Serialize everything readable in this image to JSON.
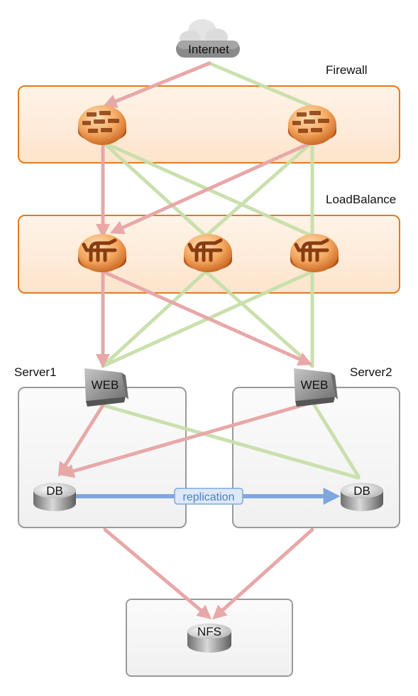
{
  "zones": {
    "firewall": {
      "label": "Firewall"
    },
    "loadbalance": {
      "label": "LoadBalance"
    },
    "server1": {
      "label": "Server1"
    },
    "server2": {
      "label": "Server2"
    }
  },
  "nodes": {
    "internet": {
      "label": "Internet",
      "icon": "cloud-icon"
    },
    "web1": {
      "label": "WEB",
      "icon": "web-server-icon"
    },
    "web2": {
      "label": "WEB",
      "icon": "web-server-icon"
    },
    "db1": {
      "label": "DB",
      "icon": "database-icon"
    },
    "db2": {
      "label": "DB",
      "icon": "database-icon"
    },
    "nfs": {
      "label": "NFS",
      "icon": "database-icon"
    },
    "fw1": {
      "icon": "firewall-icon"
    },
    "fw2": {
      "icon": "firewall-icon"
    },
    "lb1": {
      "icon": "load-balancer-icon"
    },
    "lb2": {
      "icon": "load-balancer-icon"
    },
    "lb3": {
      "icon": "load-balancer-icon"
    }
  },
  "replication": {
    "label": "replication"
  },
  "colors": {
    "red_path": "#e8a8a8",
    "green_path": "#c8dfaa",
    "replication": "#7fa7dd",
    "zone_orange_fill": "#fde9d4",
    "zone_orange_border": "#e47a1e",
    "zone_gray_fill": "#f6f6f6",
    "zone_gray_border": "#9a9a9a"
  }
}
